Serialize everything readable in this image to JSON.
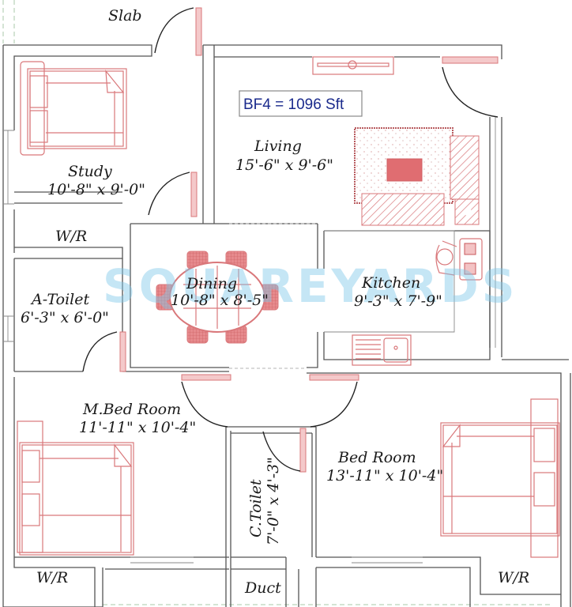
{
  "plan": {
    "unit_label": "BF4 = 1096 Sft",
    "watermark": "SQUAREYARDS",
    "colors": {
      "walls": "#555555",
      "furniture": "#d9777a",
      "area_text": "#1a2a8c",
      "watermark": "#7fc8e8",
      "door_swing": "#222222"
    }
  },
  "rooms": {
    "slab": {
      "name": "Slab"
    },
    "study": {
      "name": "Study",
      "dims": "10'-8\" x 9'-0\""
    },
    "living": {
      "name": "Living",
      "dims": "15'-6\" x 9'-6\""
    },
    "wr_study": {
      "name": "W/R"
    },
    "a_toilet": {
      "name": "A-Toilet",
      "dims": "6'-3\" x 6'-0\""
    },
    "dining": {
      "name": "Dining",
      "dims": "10'-8\" x 8'-5\""
    },
    "kitchen": {
      "name": "Kitchen",
      "dims": "9'-3\" x 7'-9\""
    },
    "m_bedroom": {
      "name": "M.Bed Room",
      "dims": "11'-11\" x 10'-4\""
    },
    "c_toilet": {
      "name": "C.Toilet",
      "dims": "7'-0\" x 4'-3\""
    },
    "bedroom": {
      "name": "Bed Room",
      "dims": "13'-11\" x 10'-4\""
    },
    "wr_master": {
      "name": "W/R"
    },
    "duct": {
      "name": "Duct"
    },
    "wr_bedroom": {
      "name": "W/R"
    }
  }
}
